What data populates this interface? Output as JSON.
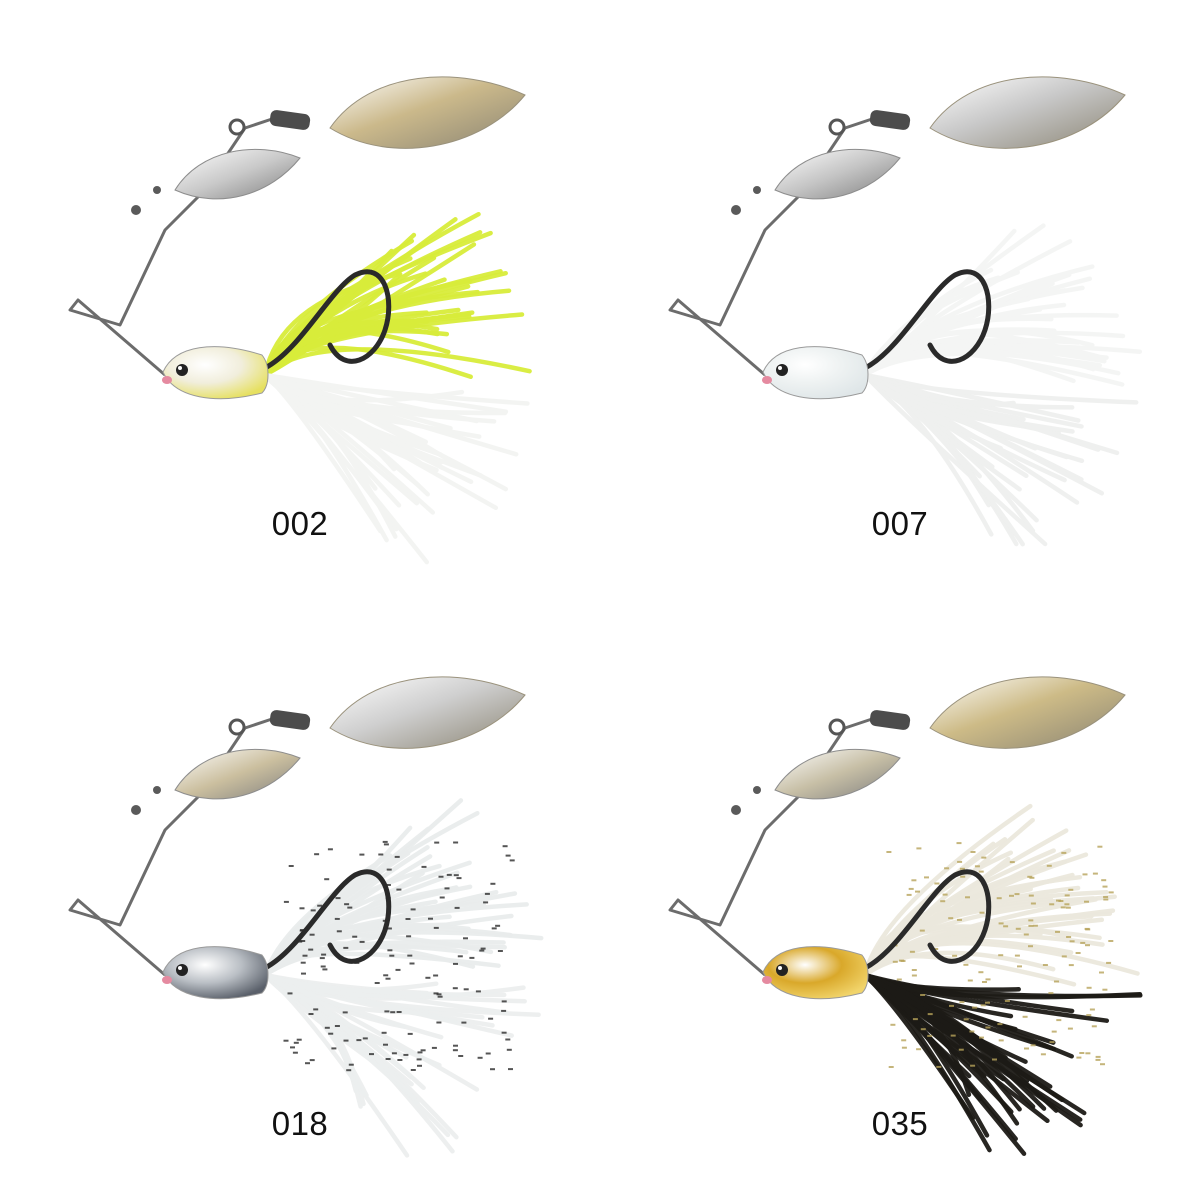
{
  "variants": [
    {
      "code": "002",
      "big_blade": "#cbb98b",
      "small_blade": "#c9c9c9",
      "skirt_top": "#d8ec3a",
      "skirt_bottom": "#f2f3f1",
      "head": "#f1eedc",
      "head_accent": "#e6e060",
      "speckle": "none"
    },
    {
      "code": "007",
      "big_blade": "#c8c8c8",
      "small_blade": "#c4c4c4",
      "skirt_top": "#f3f4f3",
      "skirt_bottom": "#eeefee",
      "head": "#eef2f2",
      "head_accent": "#dfe6e8",
      "speckle": "none"
    },
    {
      "code": "018",
      "big_blade": "#cfcfcf",
      "small_blade": "#cbbf9f",
      "skirt_top": "#e9ecec",
      "skirt_bottom": "#eceeee",
      "head": "#b9bec4",
      "head_accent": "#5a606a",
      "speckle": "#2b2b2b"
    },
    {
      "code": "035",
      "big_blade": "#cdbb87",
      "small_blade": "#c7bfa6",
      "skirt_top": "#ebe8dc",
      "skirt_bottom": "#1c1a16",
      "head": "#d9a82a",
      "head_accent": "#f1d46b",
      "speckle": "#b7a25a"
    }
  ]
}
